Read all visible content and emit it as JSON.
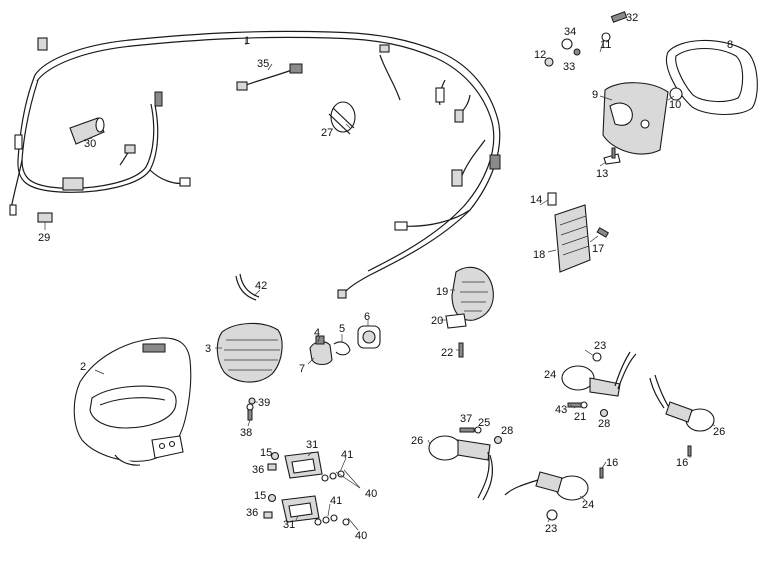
{
  "labels": {
    "l1": "1",
    "l2": "2",
    "l3": "3",
    "l4": "4",
    "l5": "5",
    "l6": "6",
    "l7": "7",
    "l8": "8",
    "l9": "9",
    "l10": "10",
    "l11": "11",
    "l12": "12",
    "l13": "13",
    "l14": "14",
    "l15a": "15",
    "l15b": "15",
    "l16a": "16",
    "l16b": "16",
    "l17": "17",
    "l18": "18",
    "l19": "19",
    "l20": "20",
    "l21": "21",
    "l22": "22",
    "l23a": "23",
    "l23b": "23",
    "l24a": "24",
    "l24b": "24",
    "l25": "25",
    "l26a": "26",
    "l26b": "26",
    "l27": "27",
    "l28a": "28",
    "l28b": "28",
    "l29": "29",
    "l30": "30",
    "l31a": "31",
    "l31b": "31",
    "l32": "32",
    "l33": "33",
    "l34": "34",
    "l35": "35",
    "l36a": "36",
    "l36b": "36",
    "l37": "37",
    "l38": "38",
    "l39": "39",
    "l40a": "40",
    "l40b": "40",
    "l41a": "41",
    "l41b": "41",
    "l42": "42",
    "l43": "43"
  }
}
